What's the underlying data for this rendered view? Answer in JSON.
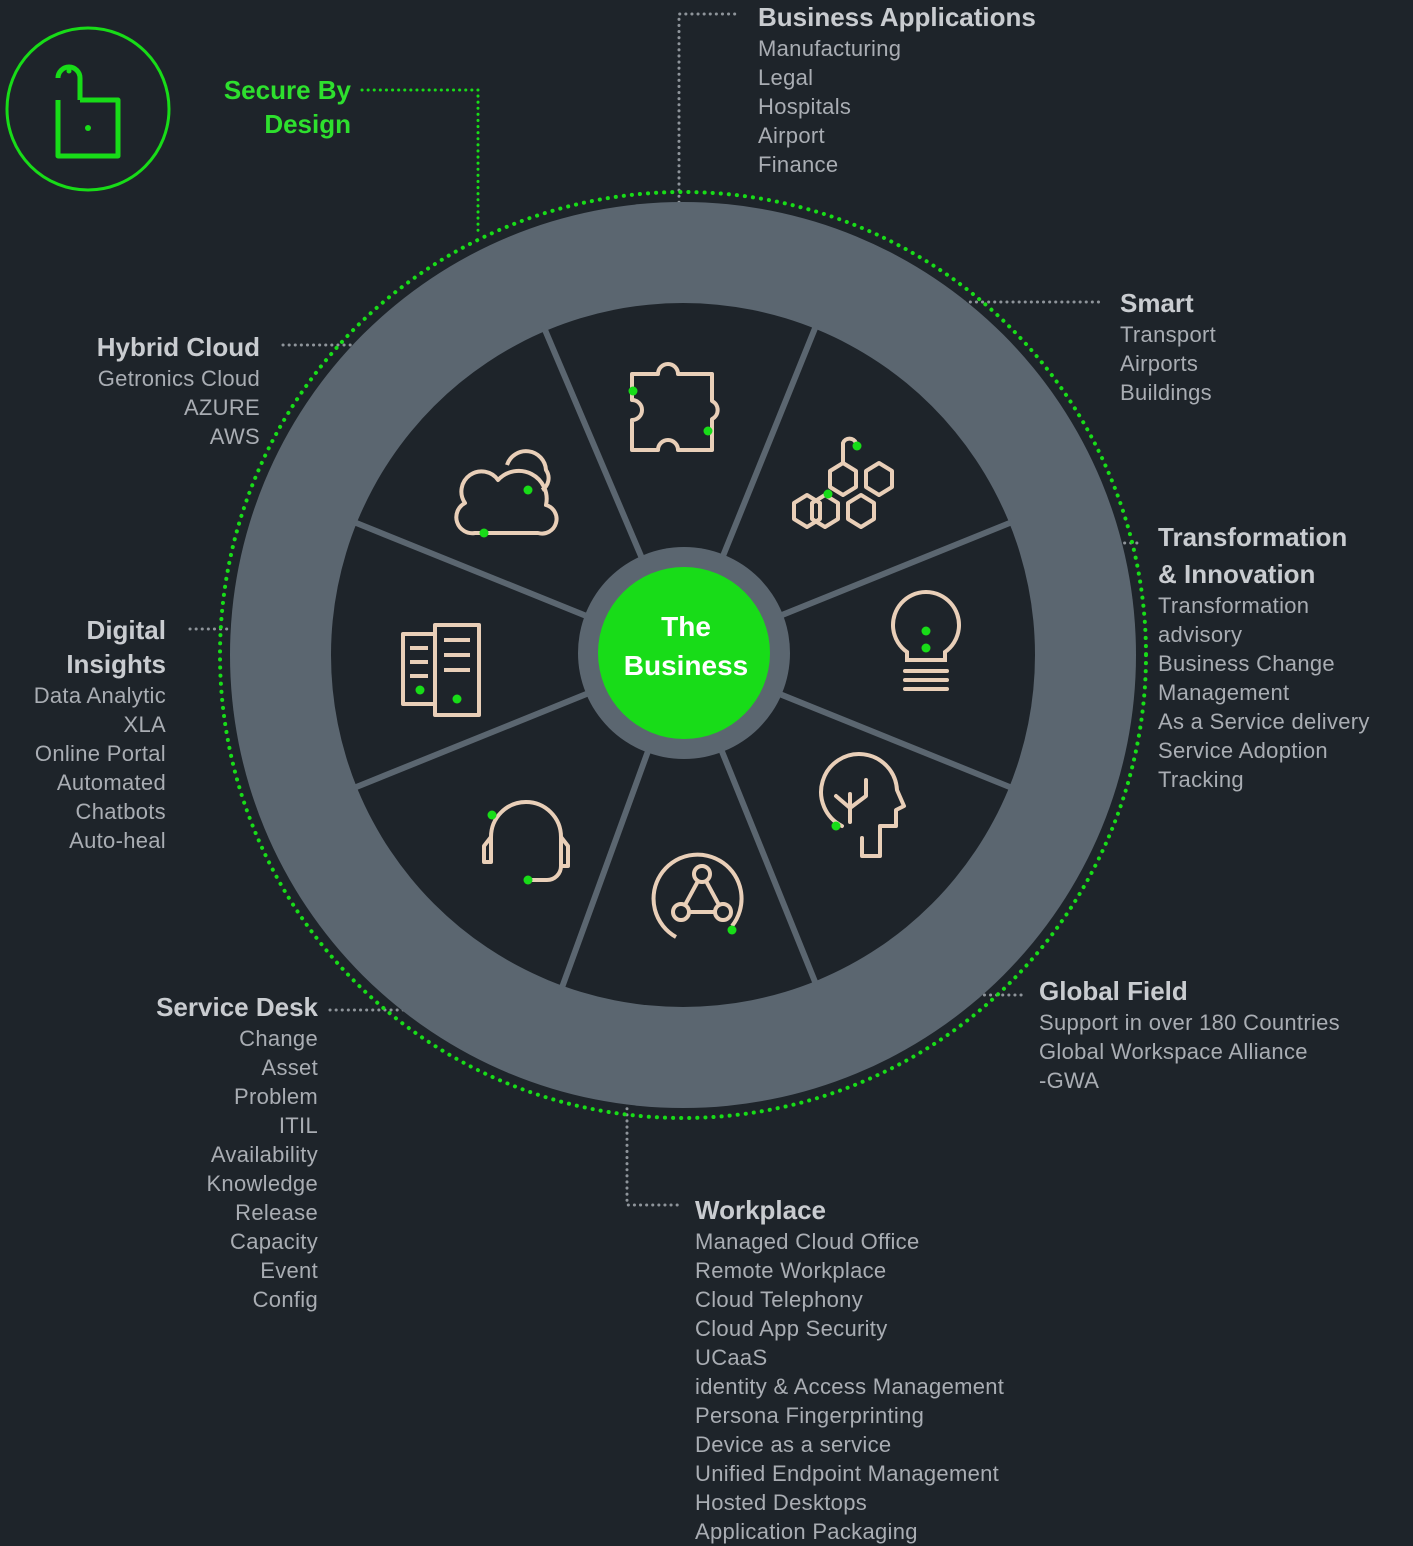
{
  "colors": {
    "background": "#1e242a",
    "ring": "#5b6670",
    "segment_fill": "#1e242a",
    "accent_green": "#18dc18",
    "icon_beige": "#e9cfb8",
    "dotted_gray": "#8e949a"
  },
  "secure": {
    "title_line1": "Secure By",
    "title_line2": "Design",
    "icon": "unlocked-padlock-icon"
  },
  "center": {
    "line1": "The",
    "line2": "Business"
  },
  "segments": [
    {
      "icon": "puzzle-piece-icon"
    },
    {
      "icon": "hexagon-cluster-icon"
    },
    {
      "icon": "lightbulb-icon"
    },
    {
      "icon": "head-circuit-icon"
    },
    {
      "icon": "connected-nodes-icon"
    },
    {
      "icon": "headset-icon"
    },
    {
      "icon": "document-server-icon"
    },
    {
      "icon": "cloud-icon"
    }
  ],
  "blocks": {
    "business_applications": {
      "title": "Business Applications",
      "items": [
        "Manufacturing",
        "Legal",
        "Hospitals",
        "Airport",
        "Finance"
      ]
    },
    "smart": {
      "title": "Smart",
      "items": [
        "Transport",
        "Airports",
        "Buildings"
      ]
    },
    "transformation": {
      "title_line1": "Transformation",
      "title_line2": "& Innovation",
      "items": [
        "Transformation",
        "advisory",
        "Business Change",
        "Management",
        "As a Service delivery",
        "Service Adoption",
        "Tracking"
      ]
    },
    "global_field": {
      "title": "Global Field",
      "items": [
        "Support in over 180 Countries",
        "Global Workspace Alliance",
        "-GWA"
      ]
    },
    "workplace": {
      "title": "Workplace",
      "items": [
        "Managed Cloud Office",
        "Remote Workplace",
        "Cloud Telephony",
        "Cloud App Security",
        "UCaaS",
        "identity & Access Management",
        "Persona Fingerprinting",
        "Device as a service",
        "Unified Endpoint Management",
        "Hosted Desktops",
        "Application Packaging"
      ]
    },
    "service_desk": {
      "title": "Service Desk",
      "items": [
        "Change",
        "Asset",
        "Problem",
        "ITIL",
        "Availability",
        "Knowledge",
        "Release",
        "Capacity",
        "Event",
        "Config"
      ]
    },
    "digital_insights": {
      "title_line1": "Digital",
      "title_line2": "Insights",
      "items": [
        "Data Analytic",
        "XLA",
        "Online Portal",
        "Automated",
        "Chatbots",
        "Auto-heal"
      ]
    },
    "hybrid_cloud": {
      "title": "Hybrid Cloud",
      "items": [
        "Getronics Cloud",
        "AZURE",
        "AWS"
      ]
    }
  }
}
